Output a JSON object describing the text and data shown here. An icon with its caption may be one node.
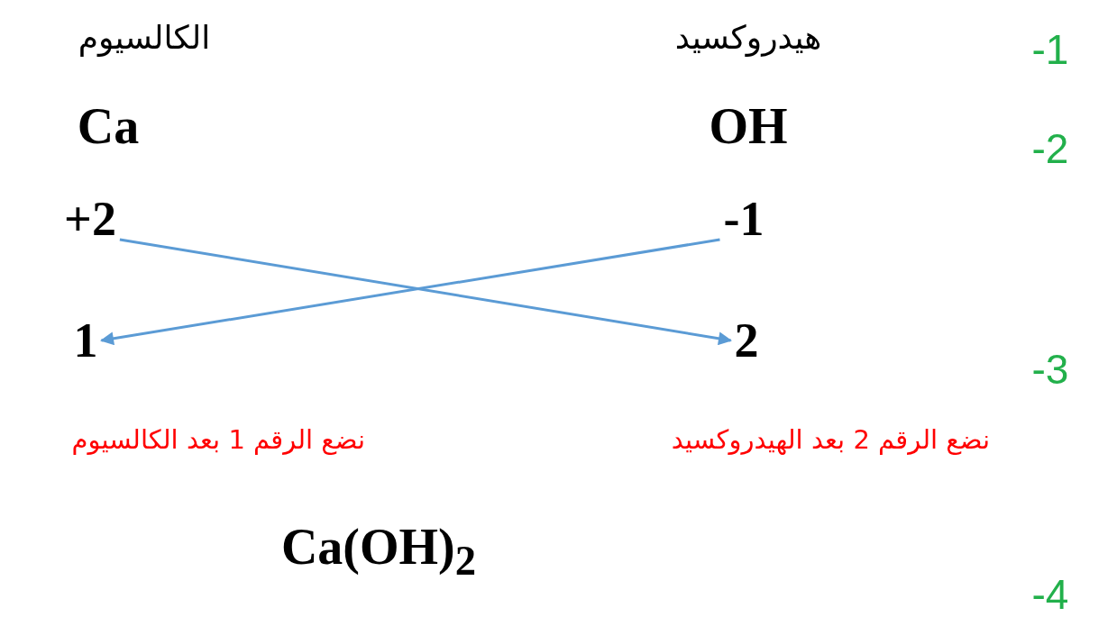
{
  "diagram": {
    "nodes": [
      {
        "text": [
          "+2"
        ]
      },
      {
        "text": [
          "-1"
        ]
      },
      {
        "text": [
          "1"
        ]
      },
      {
        "text": [
          "2"
        ]
      }
    ],
    "edges": [
      {
        "from": 1,
        "to": 2,
        "arrow": "to"
      },
      {
        "from": 0,
        "to": 3,
        "arrow": "to"
      }
    ],
    "labels": [
      "هيدروكسيد",
      "الكالسيوم",
      "-1",
      "OH",
      "Ca",
      "-2",
      "-3",
      "نضع الرقم 2 بعد الهيدروكسيد",
      "نضع الرقم 1 بعد الكالسيوم",
      "Ca(OH)$_{2}$",
      "-4"
    ]
  }
}
